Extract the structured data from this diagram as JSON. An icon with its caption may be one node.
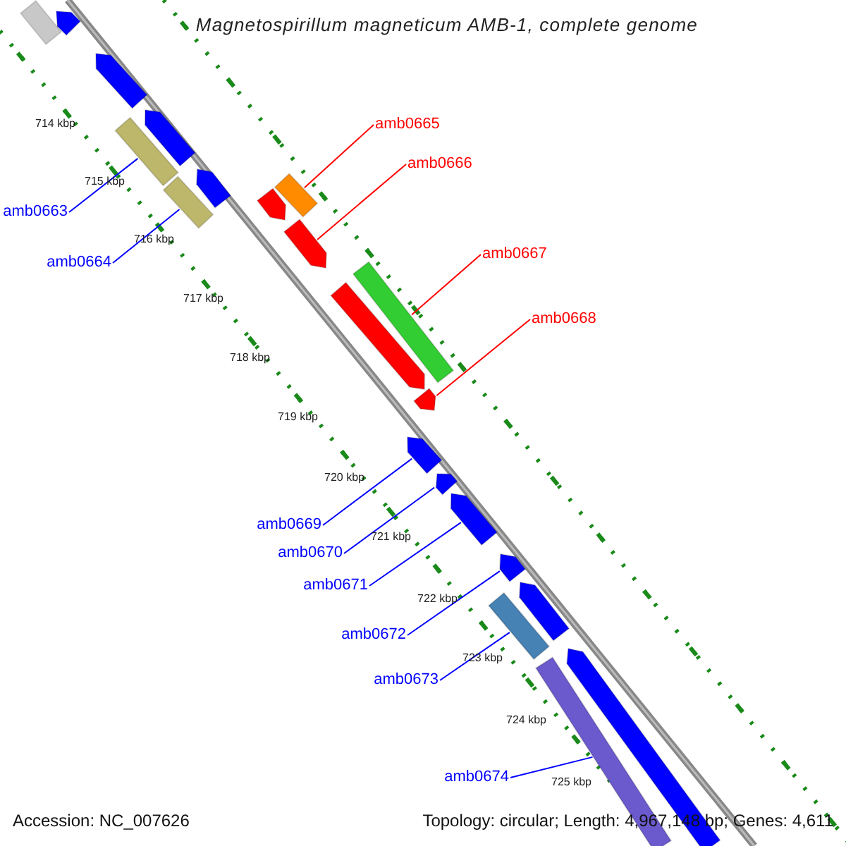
{
  "diagram": {
    "title": "Magnetospirillum magneticum AMB-1, complete genome",
    "nodes": [
      {
        "text": [
          "amb0663"
        ]
      },
      {
        "text": [
          "amb0664"
        ]
      },
      {
        "text": [
          "amb0665"
        ]
      },
      {
        "text": [
          "amb0666"
        ]
      },
      {
        "text": [
          "amb0667"
        ]
      },
      {
        "text": [
          "amb0668"
        ]
      },
      {
        "text": [
          "amb0669"
        ]
      },
      {
        "text": [
          "amb0670"
        ]
      },
      {
        "text": [
          "amb0671"
        ]
      },
      {
        "text": [
          "amb0672"
        ]
      },
      {
        "text": [
          "amb0673"
        ]
      },
      {
        "text": [
          "amb0674"
        ]
      },
      {
        "text": [],
        "shape": "bar"
      },
      {
        "text": [],
        "shape": "arrow"
      },
      {
        "text": [],
        "shape": "arrow"
      },
      {
        "text": [],
        "shape": "arrow"
      },
      {
        "text": [],
        "shape": "bar"
      },
      {
        "text": [],
        "shape": "bar"
      },
      {
        "text": [],
        "shape": "arrow"
      },
      {
        "text": [],
        "shape": "bar"
      },
      {
        "text": [],
        "shape": "arrow"
      },
      {
        "text": [],
        "shape": "arrow"
      },
      {
        "text": [],
        "shape": "bar"
      },
      {
        "text": [],
        "shape": "arrow"
      },
      {
        "text": [],
        "shape": "arrow"
      },
      {
        "text": [],
        "shape": "arrow"
      },
      {
        "text": [],
        "shape": "arrow"
      },
      {
        "text": [],
        "shape": "arrow"
      },
      {
        "text": [],
        "shape": "arrow"
      },
      {
        "text": [],
        "shape": "arrow"
      },
      {
        "text": [],
        "shape": "bar"
      },
      {
        "text": [],
        "shape": "arrow"
      },
      {
        "text": [],
        "shape": "bar"
      }
    ],
    "edges": [
      {
        "from": 0,
        "to": 16,
        "arrow": "none",
        "color": "#0000ff"
      },
      {
        "from": 1,
        "to": 17,
        "arrow": "none",
        "color": "#0000ff"
      },
      {
        "from": 2,
        "to": 19,
        "arrow": "none",
        "color": "#ff0000"
      },
      {
        "from": 3,
        "to": 21,
        "arrow": "none",
        "color": "#ff0000"
      },
      {
        "from": 4,
        "to": 22,
        "arrow": "none",
        "color": "#ff0000"
      },
      {
        "from": 5,
        "to": 24,
        "arrow": "none",
        "color": "#ff0000"
      },
      {
        "from": 6,
        "to": 25,
        "arrow": "none",
        "color": "#0000ff"
      },
      {
        "from": 7,
        "to": 26,
        "arrow": "none",
        "color": "#0000ff"
      },
      {
        "from": 8,
        "to": 27,
        "arrow": "none",
        "color": "#0000ff"
      },
      {
        "from": 9,
        "to": 28,
        "arrow": "none",
        "color": "#0000ff"
      },
      {
        "from": 10,
        "to": 30,
        "arrow": "none",
        "color": "#0000ff"
      },
      {
        "from": 11,
        "to": 32,
        "arrow": "none",
        "color": "#0000ff"
      }
    ],
    "labels": [
      "714 kbp",
      "715 kbp",
      "716 kbp",
      "717 kbp",
      "718 kbp",
      "719 kbp",
      "720 kbp",
      "721 kbp",
      "722 kbp",
      "723 kbp",
      "724 kbp",
      "725 kbp",
      "Accession: NC_007626",
      "Topology: circular; Length: 4,967,148 bp; Genes: 4,611"
    ]
  }
}
